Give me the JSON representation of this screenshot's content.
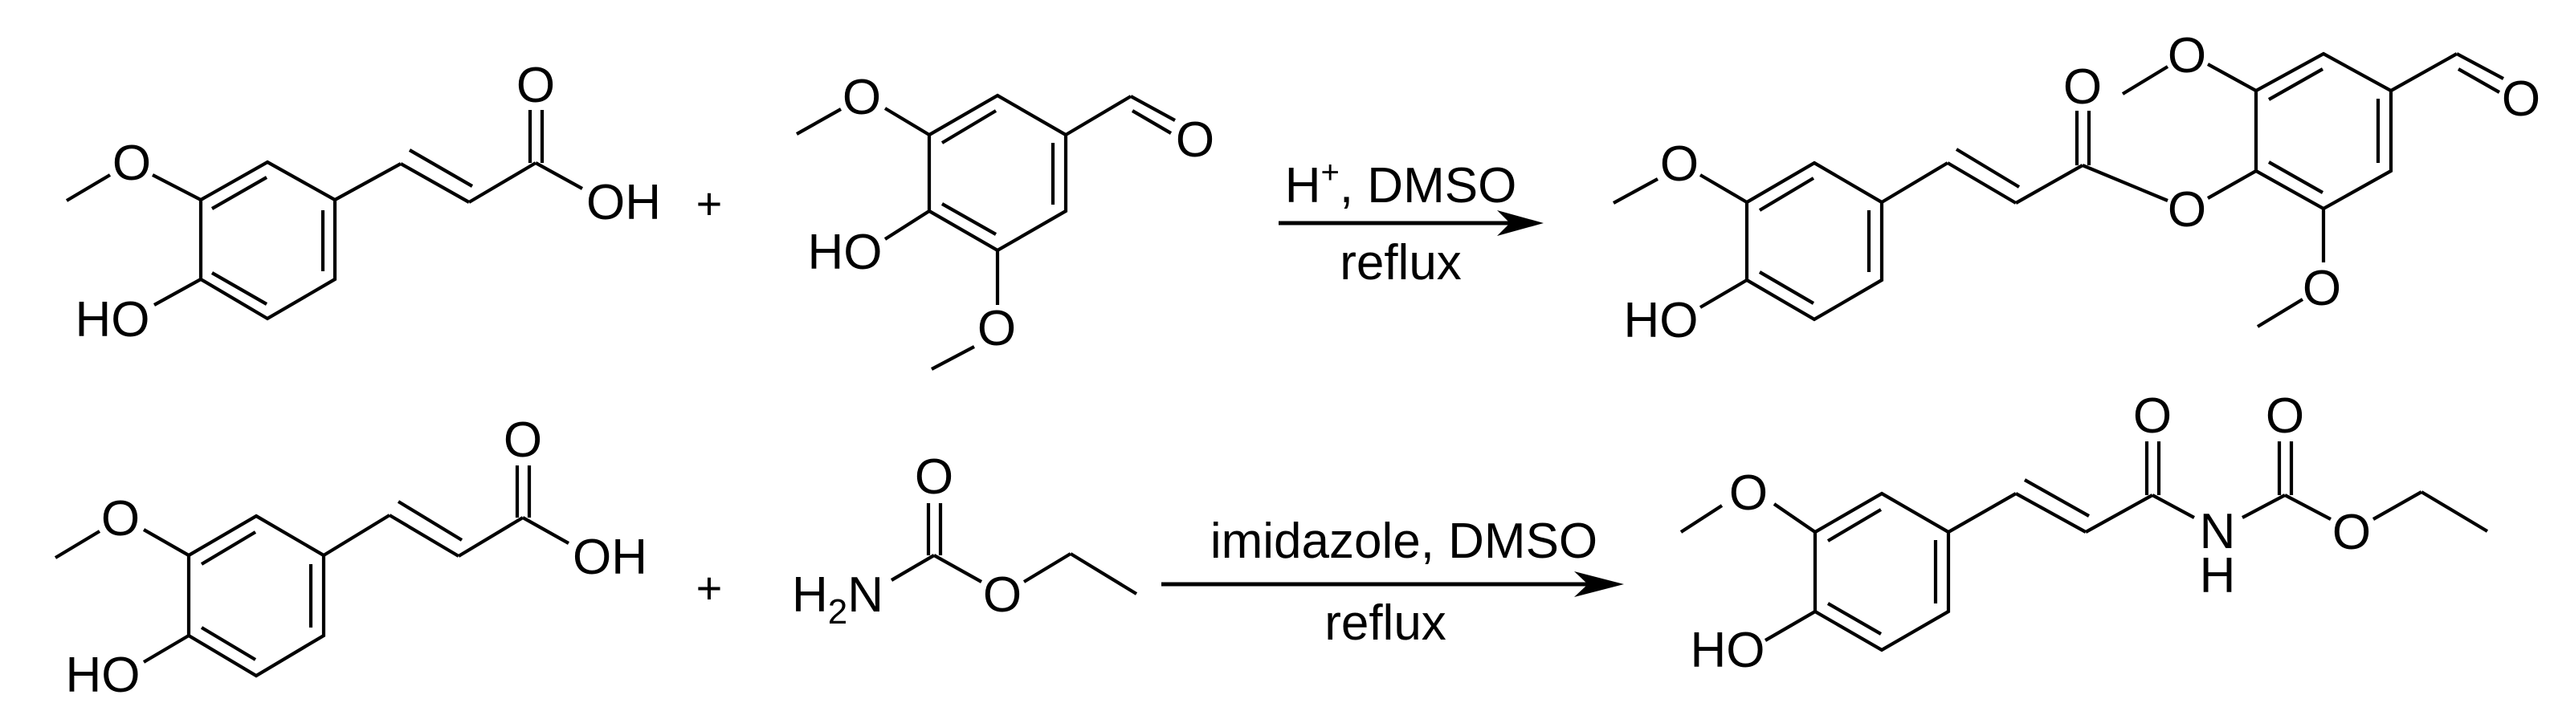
{
  "scheme": {
    "colors": {
      "ink": "#000000",
      "background": "#ffffff"
    },
    "reactions": [
      {
        "id": "reaction-1",
        "reactants": [
          {
            "name": "ferulic acid",
            "labels": {
              "methoxy_o": "O",
              "hydroxyl": "HO",
              "carbonyl_o": "O",
              "acid_oh": "OH"
            }
          },
          {
            "name": "syringaldehyde",
            "labels": {
              "methoxy_o_top": "O",
              "hydroxyl": "HO",
              "methoxy_o_bottom": "O",
              "aldehyde_o": "O"
            }
          }
        ],
        "plus": "+",
        "conditions": {
          "above_main": "H",
          "above_sup": "+",
          "above_rest": ", DMSO",
          "below": "reflux"
        },
        "product": {
          "name": "syringaldehyde feruloyl ester",
          "labels": {
            "methoxy_o": "O",
            "hydroxyl": "HO",
            "carbonyl_o": "O",
            "ester_o": "O",
            "methoxy_o_top": "O",
            "methoxy_o_bottom": "O",
            "aldehyde_o": "O"
          }
        }
      },
      {
        "id": "reaction-2",
        "reactants": [
          {
            "name": "ferulic acid",
            "labels": {
              "methoxy_o": "O",
              "hydroxyl": "HO",
              "carbonyl_o": "O",
              "acid_oh": "OH"
            }
          },
          {
            "name": "ethyl carbamate",
            "labels": {
              "amine_h": "H",
              "amine_sub": "2",
              "amine_n": "N",
              "carbonyl_o": "O",
              "ester_o": "O"
            }
          }
        ],
        "plus": "+",
        "conditions": {
          "above": "imidazole, DMSO",
          "below": "reflux"
        },
        "product": {
          "name": "ethyl feruloylcarbamate",
          "labels": {
            "methoxy_o": "O",
            "hydroxyl": "HO",
            "amide_o": "O",
            "nh_n": "N",
            "nh_h": "H",
            "carbamate_o": "O",
            "ester_o": "O"
          }
        }
      }
    ]
  }
}
